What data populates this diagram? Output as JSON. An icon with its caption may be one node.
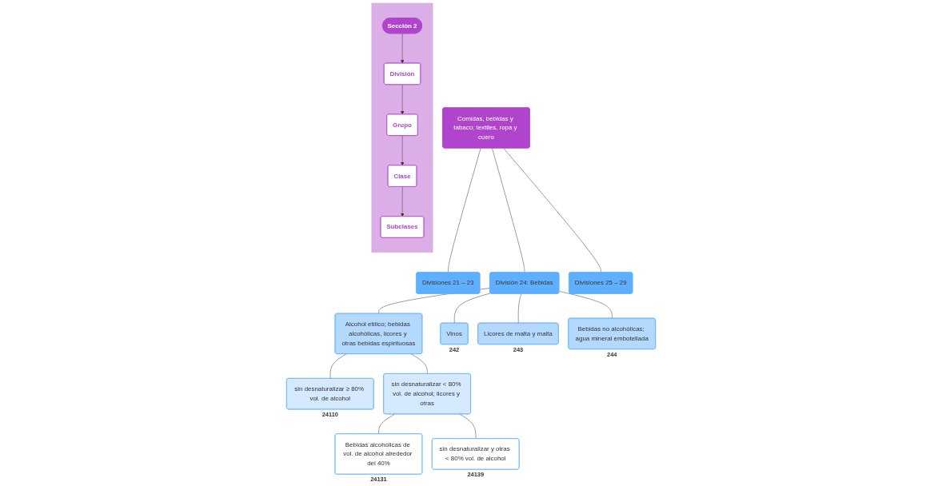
{
  "diagram": {
    "nodes": [
      {
        "text": [],
        "shape": "bar"
      },
      {
        "text": [
          "Sección 2"
        ],
        "in": 0
      },
      {
        "text": [
          "División"
        ],
        "in": 0
      },
      {
        "text": [
          "Grupo"
        ],
        "in": 0
      },
      {
        "text": [
          "Clase"
        ],
        "in": 0
      },
      {
        "text": [
          "Subclases"
        ],
        "in": 0
      },
      {
        "text": [
          "Comidas, bebidas y tabaco; textiles, ropa y cuero"
        ]
      },
      {
        "text": [
          "Divisiones 21 – 23"
        ]
      },
      {
        "text": [
          "División 24: Bebidas"
        ]
      },
      {
        "text": [
          "Divisiones 25 – 29"
        ]
      },
      {
        "text": [
          "Alcohol etílico; bebidas alcohólicas, licores y otras bebidas espirituosas"
        ]
      },
      {
        "text": [
          "Vinos"
        ],
        "beside": [
          "242"
        ]
      },
      {
        "text": [
          "Licores de malta y malta"
        ],
        "beside": [
          "243"
        ]
      },
      {
        "text": [
          "Bebidas no alcohólicas; agua mineral embotellada"
        ],
        "beside": [
          "244"
        ]
      },
      {
        "text": [
          "sin desnaturalizar ≥ 80% vol. de alcohol"
        ],
        "beside": [
          "24110"
        ]
      },
      {
        "text": [
          "sin desnaturalizar < 80% vol. de alcohol; licores y otras"
        ]
      },
      {
        "text": [
          "Bebidas alcohólicas de vol. de alcohol alrededor del 40%"
        ],
        "beside": [
          "24131"
        ]
      },
      {
        "text": [
          "sin desnaturalizar y otras < 80% vol. de alcohol"
        ],
        "beside": [
          "24139"
        ]
      }
    ],
    "edges": [
      {
        "from": 1,
        "to": 2,
        "arrow": "to"
      },
      {
        "from": 2,
        "to": 3,
        "arrow": "to"
      },
      {
        "from": 3,
        "to": 4,
        "arrow": "to"
      },
      {
        "from": 4,
        "to": 5,
        "arrow": "to"
      },
      {
        "from": 6,
        "to": 7,
        "arrow": "none"
      },
      {
        "from": 6,
        "to": 8,
        "arrow": "none"
      },
      {
        "from": 6,
        "to": 9,
        "arrow": "none"
      },
      {
        "from": 8,
        "to": 10,
        "arrow": "none"
      },
      {
        "from": 8,
        "to": 11,
        "arrow": "none"
      },
      {
        "from": 8,
        "to": 12,
        "arrow": "none"
      },
      {
        "from": 8,
        "to": 13,
        "arrow": "none"
      },
      {
        "from": 10,
        "to": 14,
        "arrow": "none"
      },
      {
        "from": 10,
        "to": 15,
        "arrow": "none"
      },
      {
        "from": 15,
        "to": 16,
        "arrow": "none"
      },
      {
        "from": 15,
        "to": 17,
        "arrow": "none"
      }
    ]
  }
}
